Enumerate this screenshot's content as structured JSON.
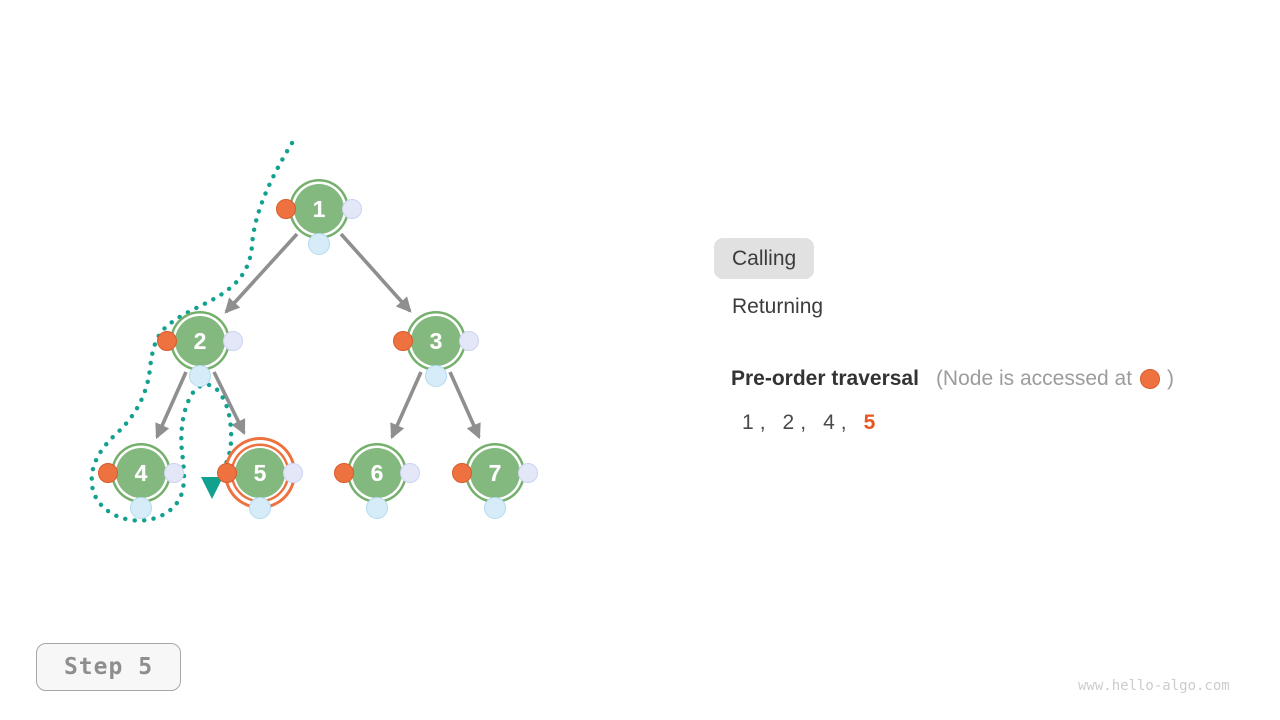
{
  "legend": {
    "calling": "Calling",
    "returning": "Returning"
  },
  "traversal": {
    "title": "Pre-order traversal",
    "note_prefix": "(Node is accessed at",
    "note_suffix": ")",
    "comma": ",",
    "sequence": [
      "1",
      "2",
      "4",
      "5"
    ],
    "current_index": 3
  },
  "tree": {
    "nodes": [
      {
        "label": "1",
        "state": "visited"
      },
      {
        "label": "2",
        "state": "visited"
      },
      {
        "label": "3",
        "state": "unvisited"
      },
      {
        "label": "4",
        "state": "visited"
      },
      {
        "label": "5",
        "state": "current"
      },
      {
        "label": "6",
        "state": "unvisited"
      },
      {
        "label": "7",
        "state": "unvisited"
      }
    ]
  },
  "step": {
    "label": "Step 5"
  },
  "watermark": "www.hello-algo.com",
  "colors": {
    "node-green": "#83b87e",
    "node-ring-green": "#74b06c",
    "access-orange": "#ee7140",
    "access-orange-border": "#da5b2b",
    "lavender": "#e3e7f8",
    "lavender-border": "#ccd3f3",
    "light-blue": "#d7ecf9",
    "light-blue-border": "#b4daf0",
    "path-teal": "#12a18e",
    "edge-gray": "#8f8f8f",
    "text-dark": "#3c3c3c",
    "text-gray": "#9c9c9c",
    "seq-orange": "#e8571f",
    "chip-bg": "#e1e1e1"
  }
}
